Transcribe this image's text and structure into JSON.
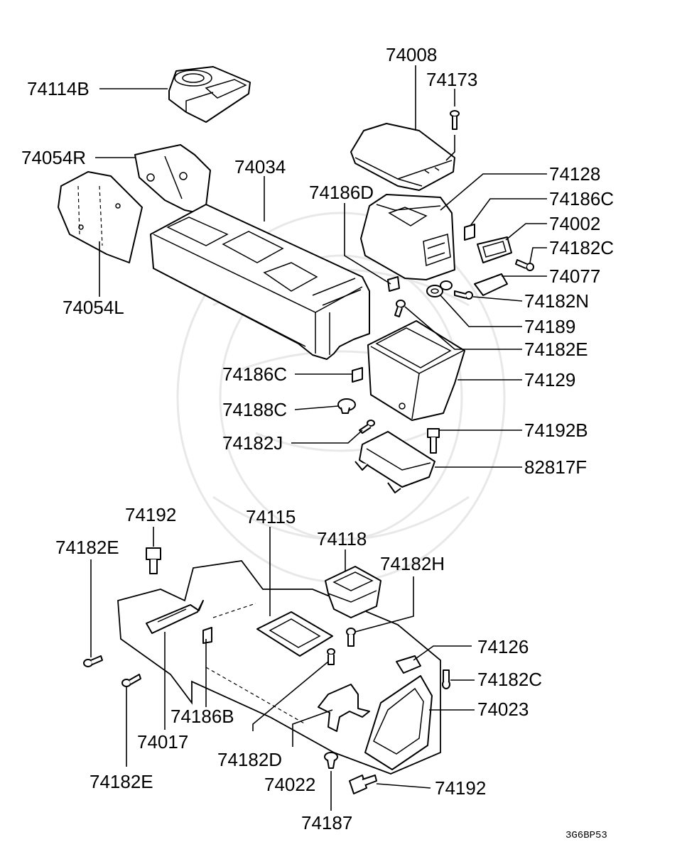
{
  "diagram_code": "3G6BP53",
  "labels": [
    {
      "id": "74008",
      "text": "74008"
    },
    {
      "id": "74173",
      "text": "74173"
    },
    {
      "id": "74114B",
      "text": "74114B"
    },
    {
      "id": "74054R",
      "text": "74054R"
    },
    {
      "id": "74034",
      "text": "74034"
    },
    {
      "id": "74128",
      "text": "74128"
    },
    {
      "id": "74186D",
      "text": "74186D"
    },
    {
      "id": "74186C_top",
      "text": "74186C"
    },
    {
      "id": "74002",
      "text": "74002"
    },
    {
      "id": "74182C_top",
      "text": "74182C"
    },
    {
      "id": "74077",
      "text": "74077"
    },
    {
      "id": "74182N",
      "text": "74182N"
    },
    {
      "id": "74189",
      "text": "74189"
    },
    {
      "id": "74182E_mid",
      "text": "74182E"
    },
    {
      "id": "74054L",
      "text": "74054L"
    },
    {
      "id": "74186C_mid",
      "text": "74186C"
    },
    {
      "id": "74129",
      "text": "74129"
    },
    {
      "id": "74188C",
      "text": "74188C"
    },
    {
      "id": "74192B",
      "text": "74192B"
    },
    {
      "id": "74182J",
      "text": "74182J"
    },
    {
      "id": "82817F",
      "text": "82817F"
    },
    {
      "id": "74192_top",
      "text": "74192"
    },
    {
      "id": "74115",
      "text": "74115"
    },
    {
      "id": "74118",
      "text": "74118"
    },
    {
      "id": "74182E_left",
      "text": "74182E"
    },
    {
      "id": "74182H",
      "text": "74182H"
    },
    {
      "id": "74126",
      "text": "74126"
    },
    {
      "id": "74182C_bot",
      "text": "74182C"
    },
    {
      "id": "74023",
      "text": "74023"
    },
    {
      "id": "74186B",
      "text": "74186B"
    },
    {
      "id": "74017",
      "text": "74017"
    },
    {
      "id": "74182D",
      "text": "74182D"
    },
    {
      "id": "74022",
      "text": "74022"
    },
    {
      "id": "74192_bot",
      "text": "74192"
    },
    {
      "id": "74182E_bot",
      "text": "74182E"
    },
    {
      "id": "74187",
      "text": "74187"
    }
  ]
}
